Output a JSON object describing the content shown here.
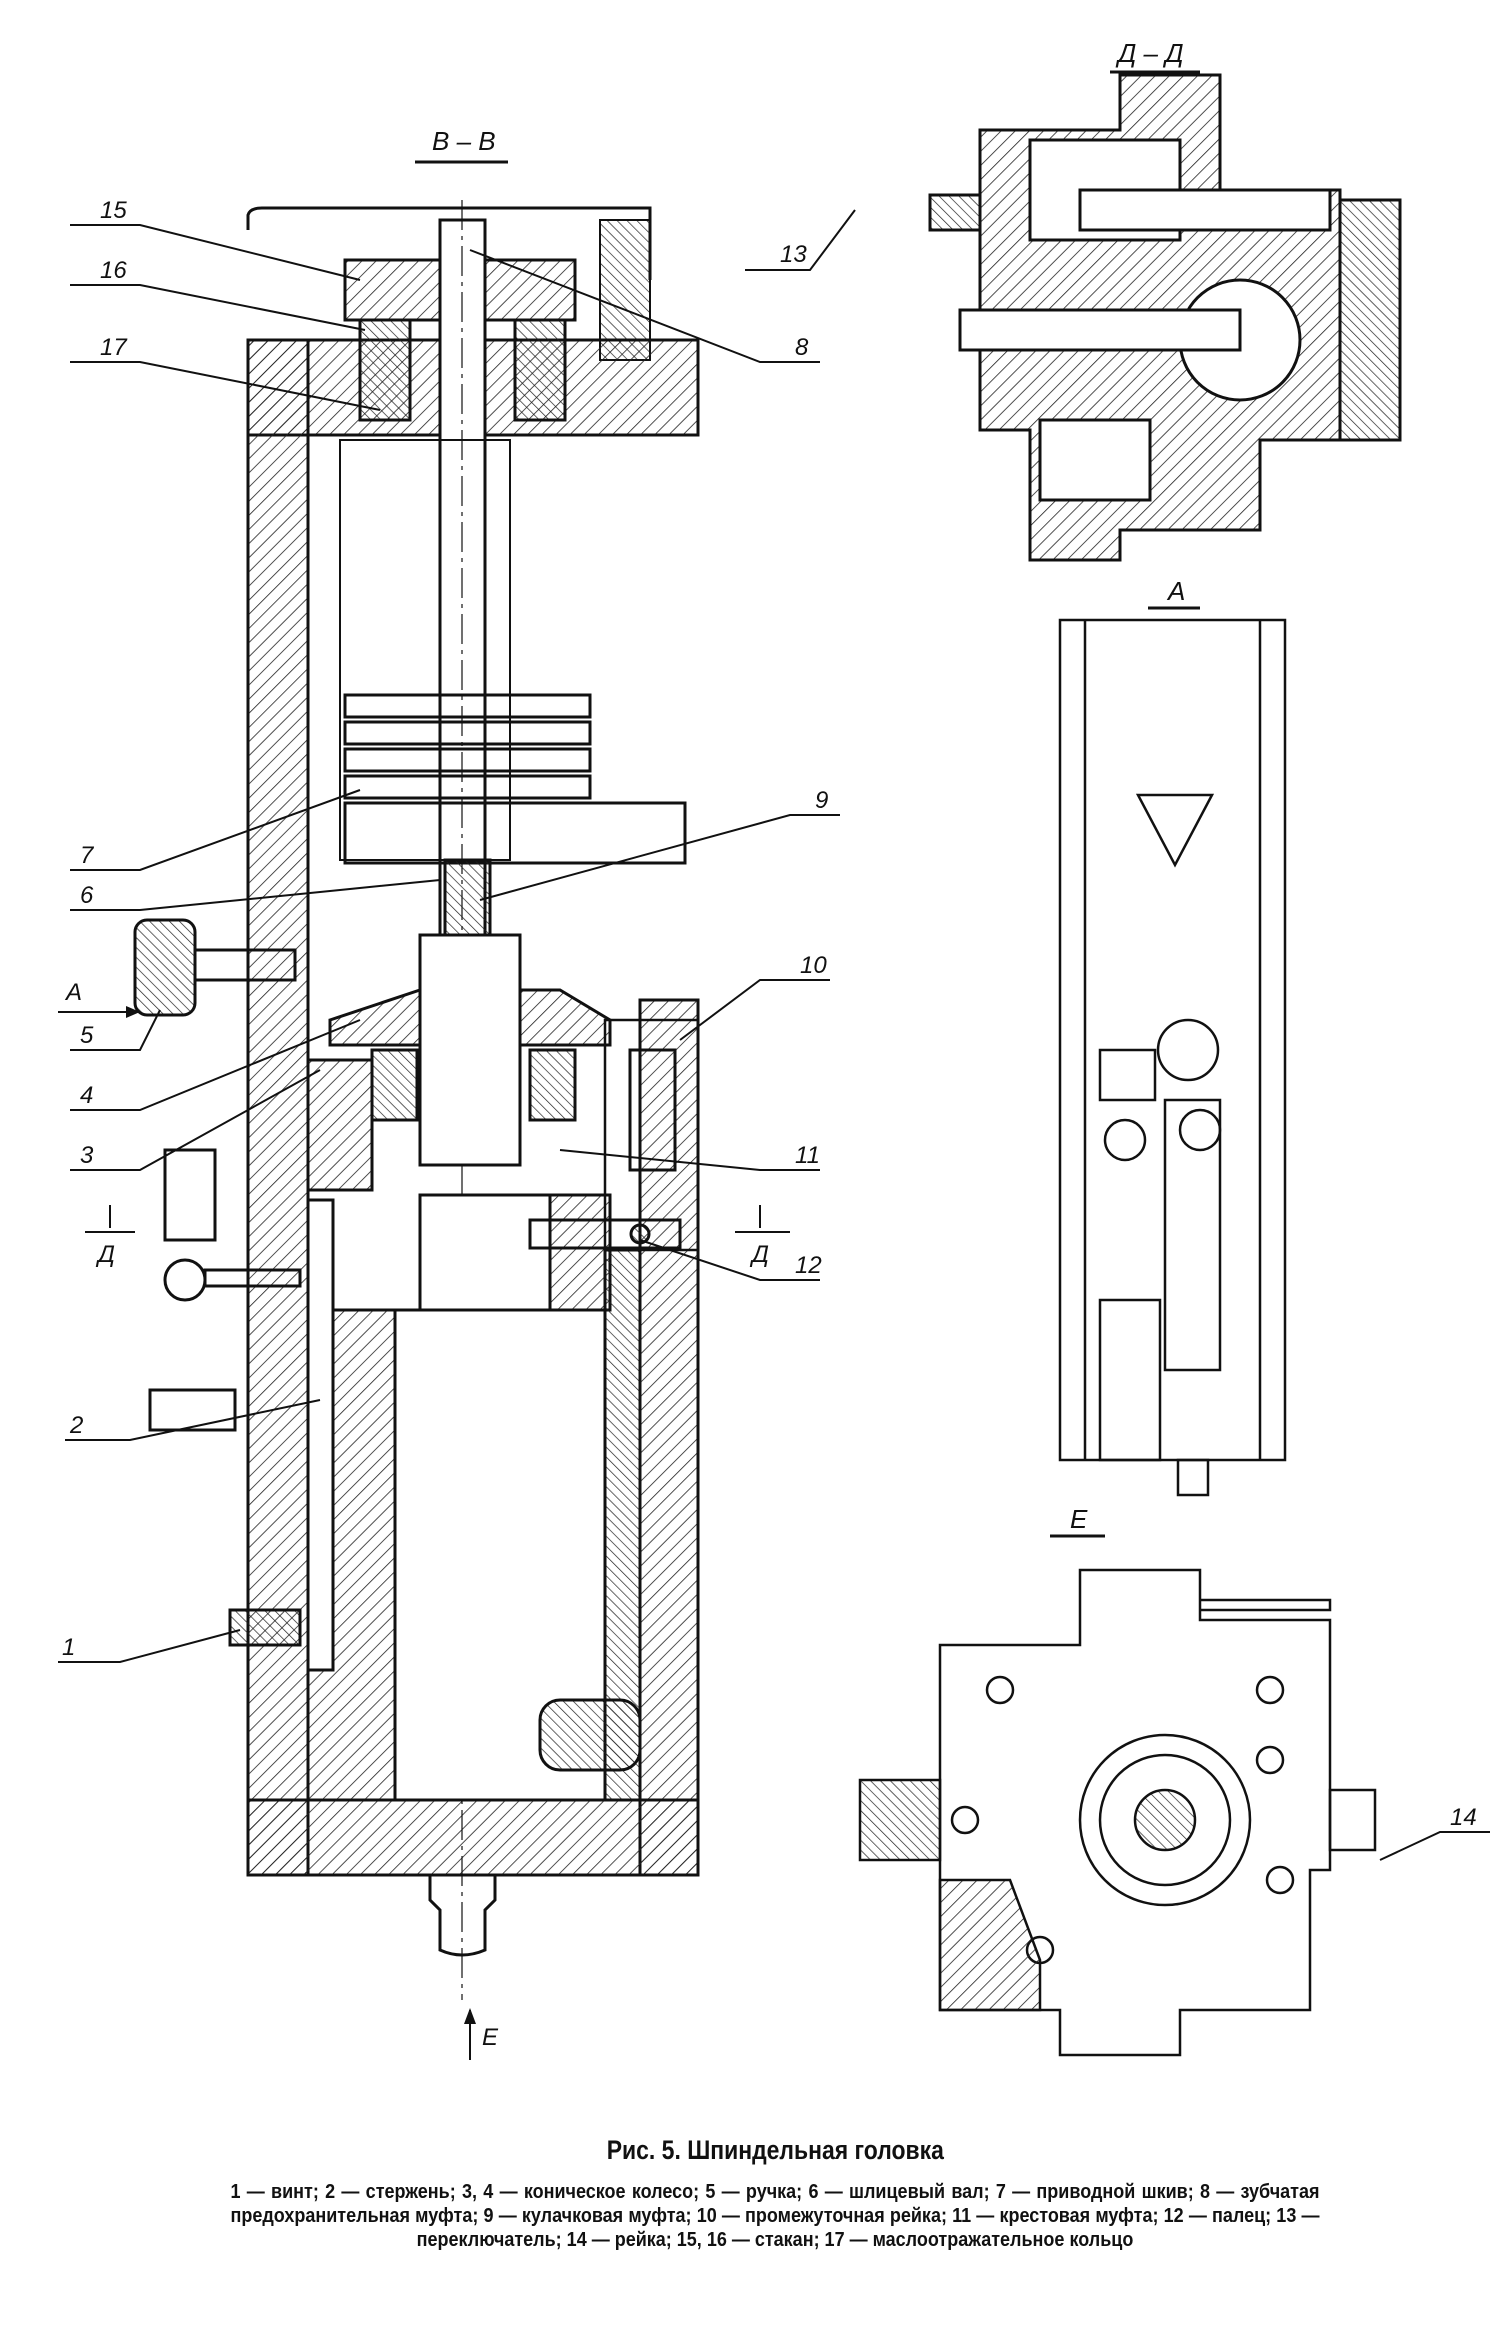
{
  "views": {
    "section_bb": "В – В",
    "section_dd": "Д – Д",
    "view_a": "А",
    "view_e": "Е"
  },
  "markers": {
    "arrow_a": "А",
    "cut_d_left": "Д",
    "cut_d_right": "Д",
    "arrow_e": "Е"
  },
  "callouts": [
    "1",
    "2",
    "3",
    "4",
    "5",
    "6",
    "7",
    "8",
    "9",
    "10",
    "11",
    "12",
    "13",
    "14",
    "15",
    "16",
    "17"
  ],
  "caption": {
    "title": "Рис. 5. Шпиндельная головка",
    "legend": "1 — винт; 2 — стержень; 3, 4 — коническое колесо; 5 — ручка; 6 — шлицевый вал; 7 — приводной шкив; 8 — зубчатая предохранительная муфта; 9 — кулачковая муфта; 10 — промежуточная рейка; 11 — крестовая муфта; 12 — палец; 13 — переключатель; 14 — рейка; 15, 16 — стакан; 17 — маслоотражательное кольцо"
  }
}
